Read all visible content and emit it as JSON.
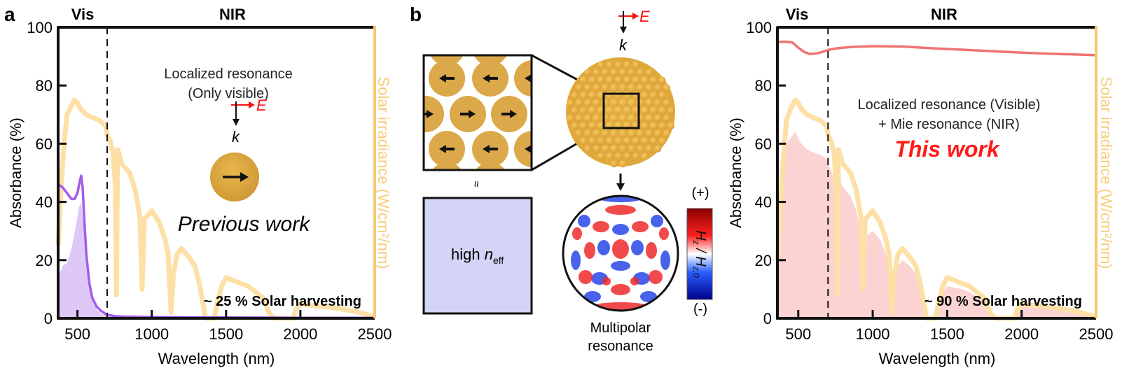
{
  "panels": {
    "a": {
      "label": "a"
    },
    "b": {
      "label": "b"
    }
  },
  "colors": {
    "solar": "#fde0a6",
    "solar_axis": "#f6c870",
    "prev_line": "#a35de8",
    "prev_fill": "#ddc8f7",
    "this_line": "#ef7474",
    "this_fill": "#fbd3d3",
    "field_red": "#ff1010",
    "gold": "#e3b04b",
    "neff_box": "#d4d4f9"
  },
  "chart_data": [
    {
      "type": "area",
      "id": "previous-work",
      "title": "Previous work",
      "region_labels": [
        "Vis",
        "NIR"
      ],
      "vis_nir_boundary_nm": 700,
      "xlabel": "Wavelength (nm)",
      "ylabel": "Absorbance (%)",
      "y2label": "Solar irradiance (W/cm²/nm)",
      "xlim": [
        370,
        2500
      ],
      "ylim": [
        0,
        100
      ],
      "xticks": [
        500,
        1000,
        1500,
        2000,
        2500
      ],
      "yticks": [
        0,
        20,
        40,
        60,
        80,
        100
      ],
      "annotations": [
        "Localized resonance",
        "(Only visible)",
        "Previous work",
        "~ 25 % Solar harvesting"
      ],
      "series": [
        {
          "name": "Absorbance",
          "x": [
            370,
            400,
            430,
            460,
            480,
            500,
            515,
            525,
            535,
            545,
            560,
            580,
            600,
            630,
            660,
            700,
            750,
            800,
            1000,
            1500,
            2000,
            2500
          ],
          "values": [
            46,
            45,
            43,
            41,
            41,
            43,
            47,
            49,
            45,
            35,
            22,
            12,
            7,
            4,
            2.5,
            1.2,
            0.8,
            0.6,
            0.4,
            0.3,
            0.2,
            0.2
          ]
        },
        {
          "name": "Solar irradiance (scaled)",
          "x": [
            370,
            390,
            410,
            430,
            450,
            480,
            500,
            520,
            560,
            600,
            650,
            690,
            700,
            720,
            740,
            755,
            762,
            770,
            800,
            850,
            890,
            920,
            935,
            950,
            1000,
            1050,
            1090,
            1110,
            1130,
            1145,
            1170,
            1200,
            1250,
            1290,
            1320,
            1345,
            1360,
            1420,
            1440,
            1470,
            1500,
            1550,
            1600,
            1650,
            1700,
            1750,
            1780,
            1800,
            1830,
            1950,
            1970,
            2000,
            2050,
            2100,
            2200,
            2300,
            2400,
            2500
          ],
          "values": [
            25,
            45,
            60,
            70,
            72,
            75,
            74,
            72,
            70,
            69,
            68,
            66,
            63,
            61,
            57,
            45,
            8,
            58,
            53,
            50,
            44,
            35,
            10,
            34,
            37,
            33,
            27,
            22,
            2,
            15,
            22,
            24,
            21,
            18,
            12,
            5,
            0,
            0,
            5,
            11,
            14,
            13,
            12,
            11,
            9,
            7,
            3,
            1,
            0,
            0,
            3,
            5,
            4.6,
            4.3,
            3.8,
            3,
            2,
            0.5
          ]
        },
        {
          "name": "Harvested (filled)",
          "x": [
            370,
            400,
            430,
            460,
            490,
            510,
            525,
            540,
            560,
            580,
            600,
            630,
            660,
            700,
            750,
            800
          ],
          "values": [
            14,
            18,
            19,
            24,
            32,
            38,
            40,
            33,
            20,
            11,
            6,
            3,
            1.5,
            0.8,
            0.4,
            0.2
          ]
        }
      ]
    },
    {
      "type": "area",
      "id": "this-work",
      "title": "This work",
      "region_labels": [
        "Vis",
        "NIR"
      ],
      "vis_nir_boundary_nm": 700,
      "xlabel": "Wavelength (nm)",
      "ylabel": "Absorbance (%)",
      "y2label": "Solar irradiance (W/cm²/nm)",
      "xlim": [
        360,
        2500
      ],
      "ylim": [
        0,
        100
      ],
      "xticks": [
        500,
        1000,
        1500,
        2000,
        2500
      ],
      "yticks": [
        0,
        20,
        40,
        60,
        80,
        100
      ],
      "annotations": [
        "Localized resonance (Visible)",
        "+ Mie resonance (NIR)",
        "This work",
        "~ 90 % Solar harvesting"
      ],
      "series": [
        {
          "name": "Absorbance",
          "x": [
            360,
            420,
            460,
            500,
            540,
            580,
            620,
            660,
            700,
            760,
            850,
            1000,
            1200,
            1400,
            1600,
            1800,
            2000,
            2200,
            2400,
            2500
          ],
          "values": [
            95,
            95,
            94.8,
            93,
            91.5,
            90.8,
            91.0,
            91.5,
            92.2,
            92.8,
            93.2,
            93.5,
            93.4,
            92.8,
            92.3,
            91.8,
            91.3,
            90.9,
            90.6,
            90.4
          ]
        },
        {
          "name": "Solar irradiance (scaled)",
          "x": [
            360,
            380,
            400,
            420,
            450,
            480,
            500,
            520,
            560,
            600,
            650,
            690,
            700,
            720,
            740,
            755,
            762,
            770,
            800,
            850,
            890,
            920,
            935,
            950,
            1000,
            1050,
            1090,
            1110,
            1130,
            1145,
            1170,
            1200,
            1250,
            1290,
            1320,
            1345,
            1360,
            1420,
            1440,
            1470,
            1500,
            1550,
            1600,
            1650,
            1700,
            1750,
            1780,
            1800,
            1830,
            1950,
            1970,
            2000,
            2050,
            2100,
            2200,
            2300,
            2400,
            2500
          ],
          "values": [
            20,
            38,
            55,
            68,
            72,
            75,
            74,
            72,
            70,
            69,
            68,
            66,
            63,
            61,
            57,
            45,
            8,
            58,
            53,
            50,
            44,
            35,
            10,
            34,
            37,
            33,
            27,
            22,
            2,
            15,
            22,
            24,
            21,
            18,
            12,
            5,
            0,
            0,
            5,
            11,
            14,
            13,
            12,
            11,
            9,
            7,
            3,
            1,
            0,
            0,
            3,
            5,
            4.6,
            4.3,
            3.8,
            3,
            2,
            0.5
          ]
        },
        {
          "name": "Harvested (filled)",
          "x": [
            360,
            380,
            400,
            420,
            450,
            480,
            500,
            520,
            560,
            600,
            650,
            690,
            700,
            720,
            740,
            755,
            762,
            770,
            800,
            850,
            890,
            920,
            935,
            950,
            1000,
            1050,
            1090,
            1110,
            1130,
            1145,
            1170,
            1200,
            1250,
            1290,
            1320,
            1345,
            1360,
            1420,
            1440,
            1470,
            1500,
            1550,
            1600,
            1650,
            1700,
            1750,
            1780,
            1800,
            1830,
            1950,
            1970,
            2000,
            2050,
            2100,
            2200,
            2300,
            2400,
            2500
          ],
          "values": [
            19,
            36,
            52,
            60,
            62,
            64,
            62,
            60,
            58,
            57,
            56,
            55,
            53,
            51,
            48,
            40,
            7,
            49,
            45,
            42,
            37,
            29,
            9,
            28,
            30,
            27,
            22,
            18,
            2,
            12,
            18,
            20,
            18,
            15,
            10,
            4,
            0,
            0,
            4,
            9,
            11,
            10.5,
            10,
            9,
            7.5,
            6,
            2.5,
            1,
            0,
            0,
            2.5,
            4,
            3.8,
            3.5,
            3.1,
            2.5,
            1.6,
            0.4
          ]
        }
      ]
    }
  ],
  "diagram": {
    "field_E": "E",
    "wavevector_k": "k",
    "approx_symbol": "≈",
    "neff_label_prefix": "high ",
    "neff_symbol": "n",
    "neff_subscript": "eff",
    "caption_line1": "Multipolar",
    "caption_line2": "resonance",
    "colorbar_plus": "(+)",
    "colorbar_minus": "(-)",
    "colorbar_label": "H₂ / H₂,₀",
    "colorbar_label_main": "H",
    "colorbar_sub_num": "z",
    "colorbar_sub_den": "z,0"
  }
}
